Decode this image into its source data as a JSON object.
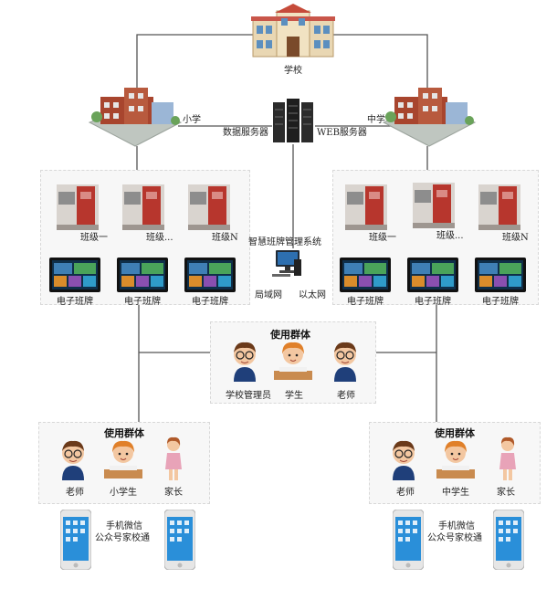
{
  "top": {
    "school": "学校"
  },
  "servers": {
    "data": "数据服务器",
    "web": "WEB服务器"
  },
  "campuses": {
    "primary": "小学",
    "middle": "中学"
  },
  "center": {
    "system": "智慧班牌管理系统",
    "lan": "局域网",
    "ethernet": "以太网"
  },
  "left_group": {
    "classes": [
      "班级一",
      "班级...",
      "班级N"
    ],
    "boards": [
      "电子班牌",
      "电子班牌",
      "电子班牌"
    ]
  },
  "right_group": {
    "classes": [
      "班级一",
      "班级...",
      "班级N"
    ],
    "boards": [
      "电子班牌",
      "电子班牌",
      "电子班牌"
    ]
  },
  "center_users": {
    "title": "使用群体",
    "people": [
      "学校管理员",
      "学生",
      "老师"
    ]
  },
  "left_users": {
    "title": "使用群体",
    "people": [
      "老师",
      "小学生",
      "家长"
    ],
    "phone_text": [
      "手机微信",
      "公众号家校通"
    ]
  },
  "right_users": {
    "title": "使用群体",
    "people": [
      "老师",
      "中学生",
      "家长"
    ],
    "phone_text": [
      "手机微信",
      "公众号家校通"
    ]
  },
  "colors": {
    "line": "#555555",
    "panel": "#f7f7f7",
    "door": "#b7362d",
    "brick": "#a8452e",
    "screen": "#0f2f4a"
  }
}
